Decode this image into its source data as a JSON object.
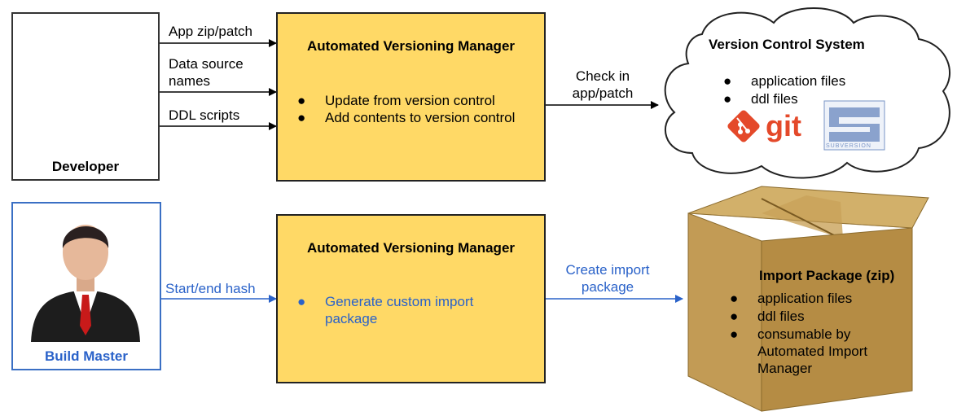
{
  "developer": {
    "name": "Developer"
  },
  "build_master": {
    "name": "Build Master"
  },
  "top_inputs": [
    {
      "label": "App zip/patch"
    },
    {
      "label": "Data source\nnames"
    },
    {
      "label": "DDL scripts"
    }
  ],
  "avm_top": {
    "title": "Automated Versioning Manager",
    "bullets": [
      "Update from version control",
      "Add contents to version control"
    ]
  },
  "check_in_label": "Check in\napp/patch",
  "vcs": {
    "title": "Version Control System",
    "bullets": [
      "application files",
      "ddl files"
    ],
    "logos": [
      "git-logo",
      "subversion-logo"
    ],
    "git_text": "git",
    "svn_text": "SUBVERSION"
  },
  "bottom_input": {
    "label": "Start/end hash"
  },
  "avm_bottom": {
    "title": "Automated Versioning Manager",
    "bullets": [
      "Generate custom import\npackage"
    ]
  },
  "create_label": "Create import\npackage",
  "import_package": {
    "title": "Import Package (zip)",
    "bullets": [
      "application files",
      "ddl files",
      "consumable by\nAutomated Import\nManager"
    ]
  },
  "colors": {
    "box_fill": "#ffd966",
    "blue": "#2a62c9",
    "git_red": "#e4492a",
    "svn_blue": "#7894c6"
  }
}
